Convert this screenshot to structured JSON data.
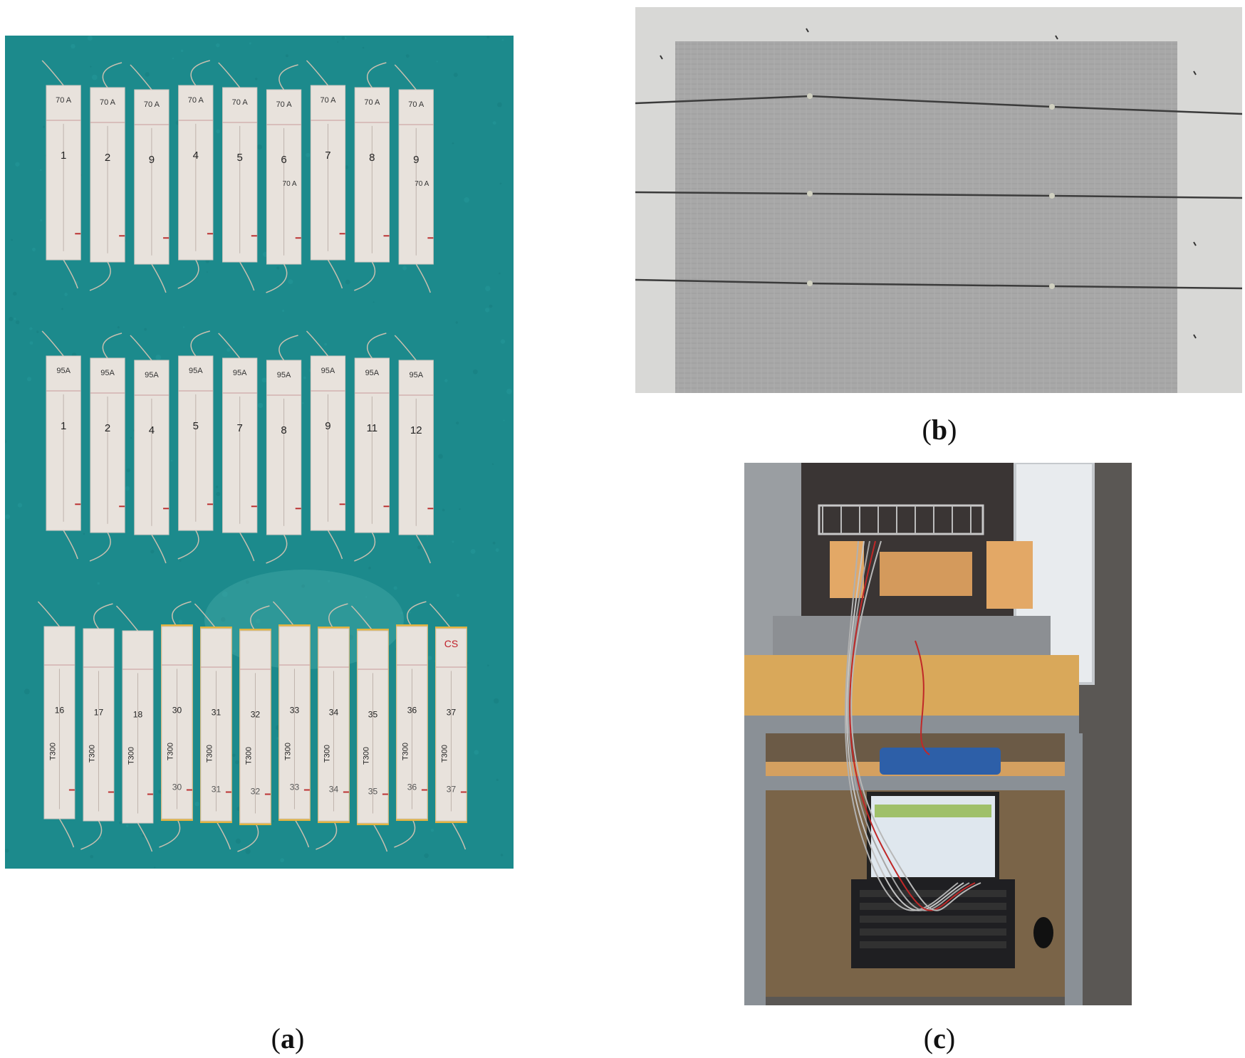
{
  "captions": {
    "a": {
      "open": "(",
      "letter": "a",
      "close": ")"
    },
    "b": {
      "open": "(",
      "letter": "b",
      "close": ")"
    },
    "c": {
      "open": "(",
      "letter": "c",
      "close": ")"
    }
  },
  "panel_a": {
    "background": "#1c8a8c",
    "rows": [
      {
        "strips": [
          {
            "top": "70 A",
            "num": "1"
          },
          {
            "top": "70 A",
            "num": "2"
          },
          {
            "top": "70 A",
            "num": "9"
          },
          {
            "top": "70 A",
            "num": "4"
          },
          {
            "top": "70 A",
            "num": "5"
          },
          {
            "top": "70 A",
            "num": "6",
            "sub": "70 A"
          },
          {
            "top": "70 A",
            "num": "7"
          },
          {
            "top": "70 A",
            "num": "8"
          },
          {
            "top": "70 A",
            "num": "9",
            "sub": "70 A"
          }
        ]
      },
      {
        "strips": [
          {
            "top": "95A",
            "num": "1"
          },
          {
            "top": "95A",
            "num": "2"
          },
          {
            "top": "95A",
            "num": "4"
          },
          {
            "top": "95A",
            "num": "5"
          },
          {
            "top": "95A",
            "num": "7"
          },
          {
            "top": "95A",
            "num": "8"
          },
          {
            "top": "95A",
            "num": "9"
          },
          {
            "top": "95A",
            "num": "11"
          },
          {
            "top": "95A",
            "num": "12"
          }
        ]
      },
      {
        "strips": [
          {
            "num": "16",
            "side": "T300"
          },
          {
            "num": "17",
            "side": "T300"
          },
          {
            "num": "18",
            "side": "T300"
          },
          {
            "num": "30",
            "side": "T300",
            "bottom": "30"
          },
          {
            "num": "31",
            "side": "T300",
            "bottom": "31"
          },
          {
            "num": "32",
            "side": "T300",
            "bottom": "32"
          },
          {
            "num": "33",
            "side": "T300",
            "bottom": "33"
          },
          {
            "num": "34",
            "side": "T300",
            "bottom": "34"
          },
          {
            "num": "35",
            "side": "T300",
            "bottom": "35"
          },
          {
            "num": "36",
            "side": "T300",
            "bottom": "36"
          },
          {
            "num": "37",
            "side": "T300",
            "bottom": "37",
            "top_red": "CS"
          }
        ]
      }
    ]
  },
  "panel_b": {
    "background": "#9c9c9c",
    "sheet": "#a8a8a8"
  },
  "panel_c": {
    "wall": "#3a3534",
    "table_top": "#d9a85a",
    "frame": "#8a9096"
  }
}
